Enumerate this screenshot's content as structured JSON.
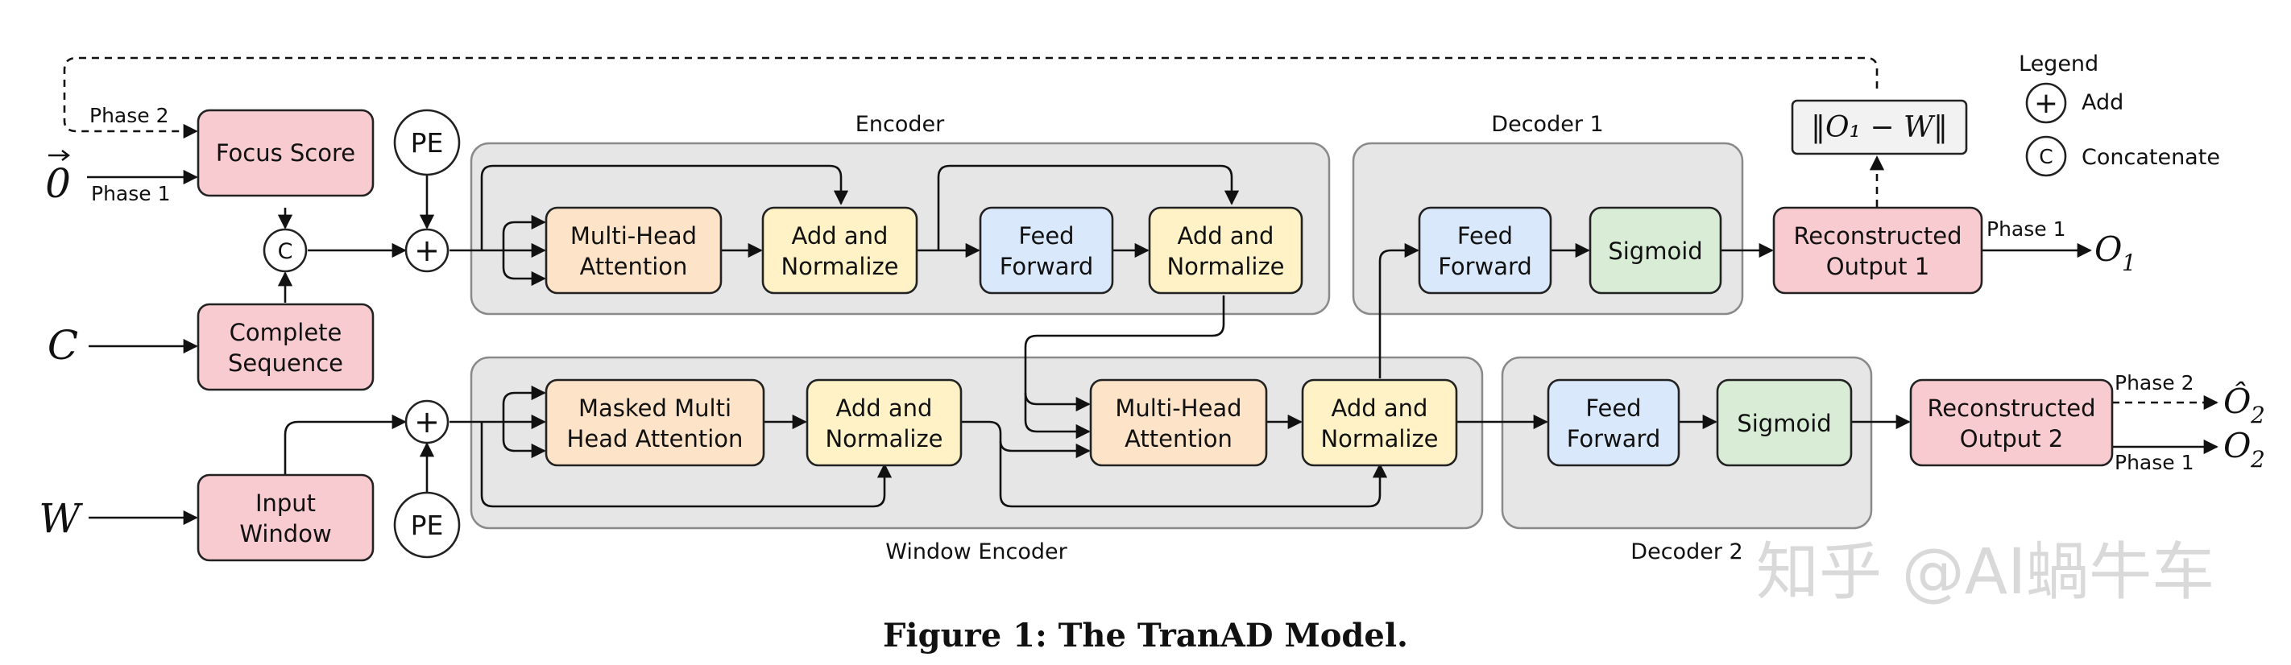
{
  "groups": {
    "encoder": "Encoder",
    "window_encoder": "Window Encoder",
    "decoder1": "Decoder 1",
    "decoder2": "Decoder 2"
  },
  "blocks": {
    "focus_score": [
      "Focus Score"
    ],
    "complete_sequence": [
      "Complete",
      "Sequence"
    ],
    "input_window": [
      "Input",
      "Window"
    ],
    "enc_mha": [
      "Multi-Head",
      "Attention"
    ],
    "enc_addnorm1": [
      "Add and",
      "Normalize"
    ],
    "enc_ff": [
      "Feed",
      "Forward"
    ],
    "enc_addnorm2": [
      "Add and",
      "Normalize"
    ],
    "win_masked_mha": [
      "Masked Multi",
      "Head Attention"
    ],
    "win_addnorm1": [
      "Add and",
      "Normalize"
    ],
    "win_mha": [
      "Multi-Head",
      "Attention"
    ],
    "win_addnorm2": [
      "Add and",
      "Normalize"
    ],
    "dec1_ff": [
      "Feed",
      "Forward"
    ],
    "dec1_sigmoid": [
      "Sigmoid"
    ],
    "dec2_ff": [
      "Feed",
      "Forward"
    ],
    "dec2_sigmoid": [
      "Sigmoid"
    ],
    "recon1": [
      "Reconstructed",
      "Output 1"
    ],
    "recon2": [
      "Reconstructed",
      "Output 2"
    ]
  },
  "symbols": {
    "pe": "PE",
    "concat": "C",
    "plus": "+",
    "zero_vec": "0",
    "c_input": "C",
    "w_input": "W",
    "loss": "‖O₁ − W‖",
    "o1": "O",
    "o1_sub": "1",
    "o2": "O",
    "o2_sub": "2",
    "o2_hat": "Ô",
    "o2_hat_sub": "2"
  },
  "edge_labels": {
    "phase2_in": "Phase 2",
    "phase1_in": "Phase 1",
    "phase1_out1": "Phase 1",
    "phase2_out2": "Phase 2",
    "phase1_out2": "Phase 1"
  },
  "legend": {
    "title": "Legend",
    "add_symbol": "+",
    "add_label": "Add",
    "concat_symbol": "C",
    "concat_label": "Concatenate"
  },
  "caption": "Figure 1: The TranAD Model.",
  "watermark": "知乎 @AI蝸牛车",
  "colors": {
    "group_fill": "#e6e6e6",
    "pink": "#f8cbd0",
    "orange": "#fde3c8",
    "yellow": "#fff2c6",
    "blue": "#dae8fc",
    "green": "#d8ecd6"
  }
}
